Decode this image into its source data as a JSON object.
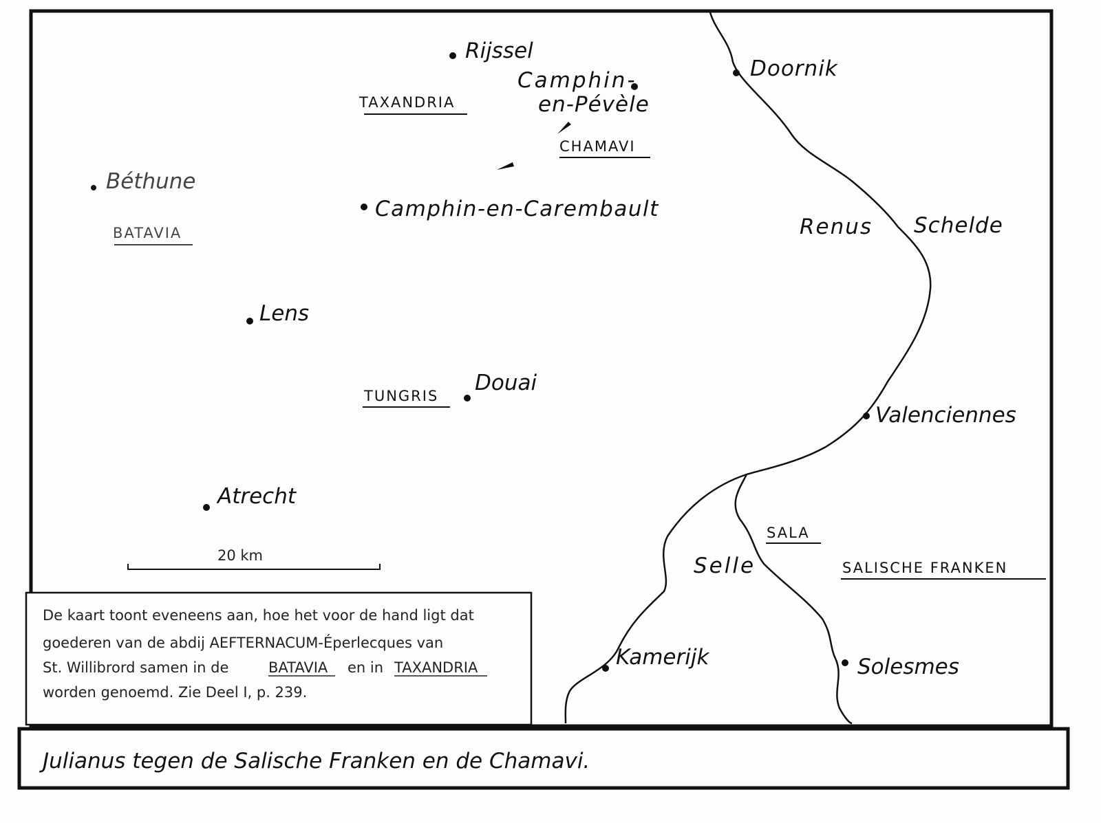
{
  "map": {
    "title": "Julianus tegen de Salische Franken en de Chamavi.",
    "places": {
      "rijssel": "Rijssel",
      "camphin_peyele_1": "Camphin-",
      "camphin_peyele_2": "en-Pévèle",
      "doornik": "Doornik",
      "bethune": "Béthune",
      "camphin_carembault": "Camphin-en-Carembault",
      "lens": "Lens",
      "douai": "Douai",
      "atrecht": "Atrecht",
      "valenciennes": "Valenciennes",
      "kamerijk": "Kamerijk",
      "solesmes": "Solesmes"
    },
    "rivers": {
      "renus": "Renus",
      "schelde": "Schelde",
      "selle": "Selle"
    },
    "regions": {
      "taxandria": "TAXANDRIA",
      "chamavi": "CHAMAVI",
      "batavia": "BATAVIA",
      "tungris": "TUNGRIS",
      "sala": "SALA",
      "salische_franken": "SALISCHE FRANKEN"
    },
    "scale": "20 km",
    "note": {
      "line1": "De kaart toont eveneens aan, hoe het voor de hand ligt dat",
      "line2": "goederen van de abdij AEFTERNACUM-Éperlecques van",
      "line3a": "St. Willibrord samen in de",
      "line3b": "BATAVIA",
      "line3c": "en in",
      "line3d": "TAXANDRIA",
      "line4": "worden genoemd. Zie Deel I, p. 239."
    }
  }
}
